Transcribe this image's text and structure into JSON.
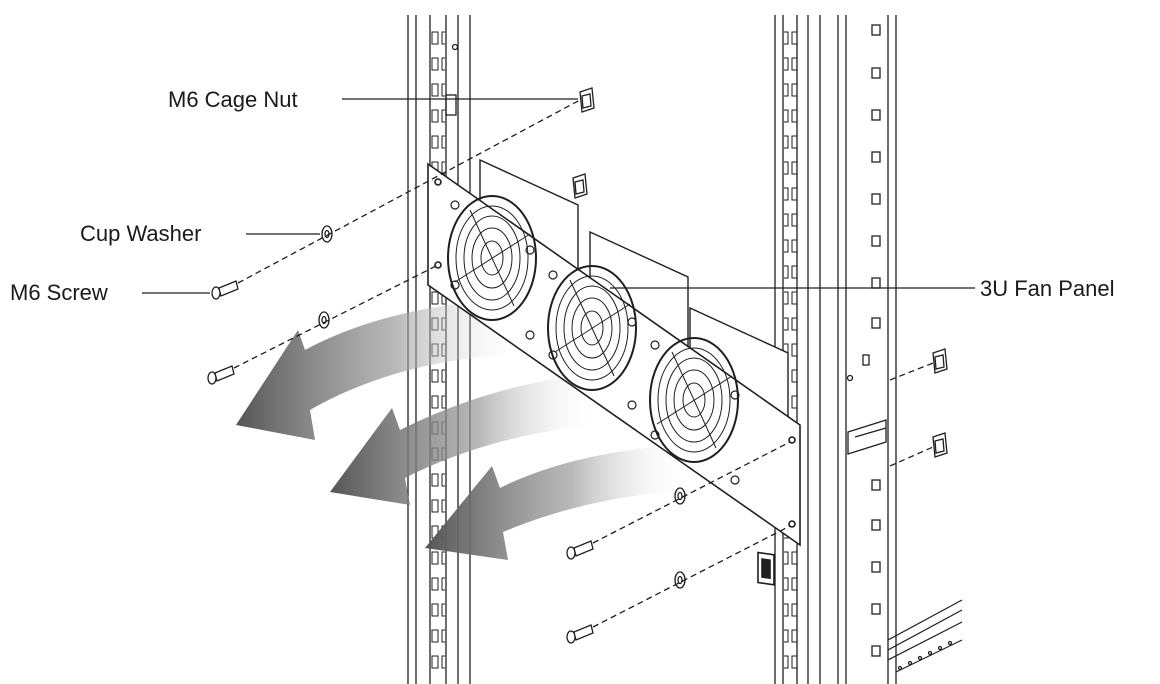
{
  "labels": {
    "cage_nut": "M6 Cage Nut",
    "cup_washer": "Cup Washer",
    "screw": "M6 Screw",
    "fan_panel": "3U Fan Panel"
  },
  "fans": {
    "count": 3
  },
  "colors": {
    "line": "#1f1f1f",
    "airflow": "#5a5a5a",
    "background": "#ffffff"
  }
}
